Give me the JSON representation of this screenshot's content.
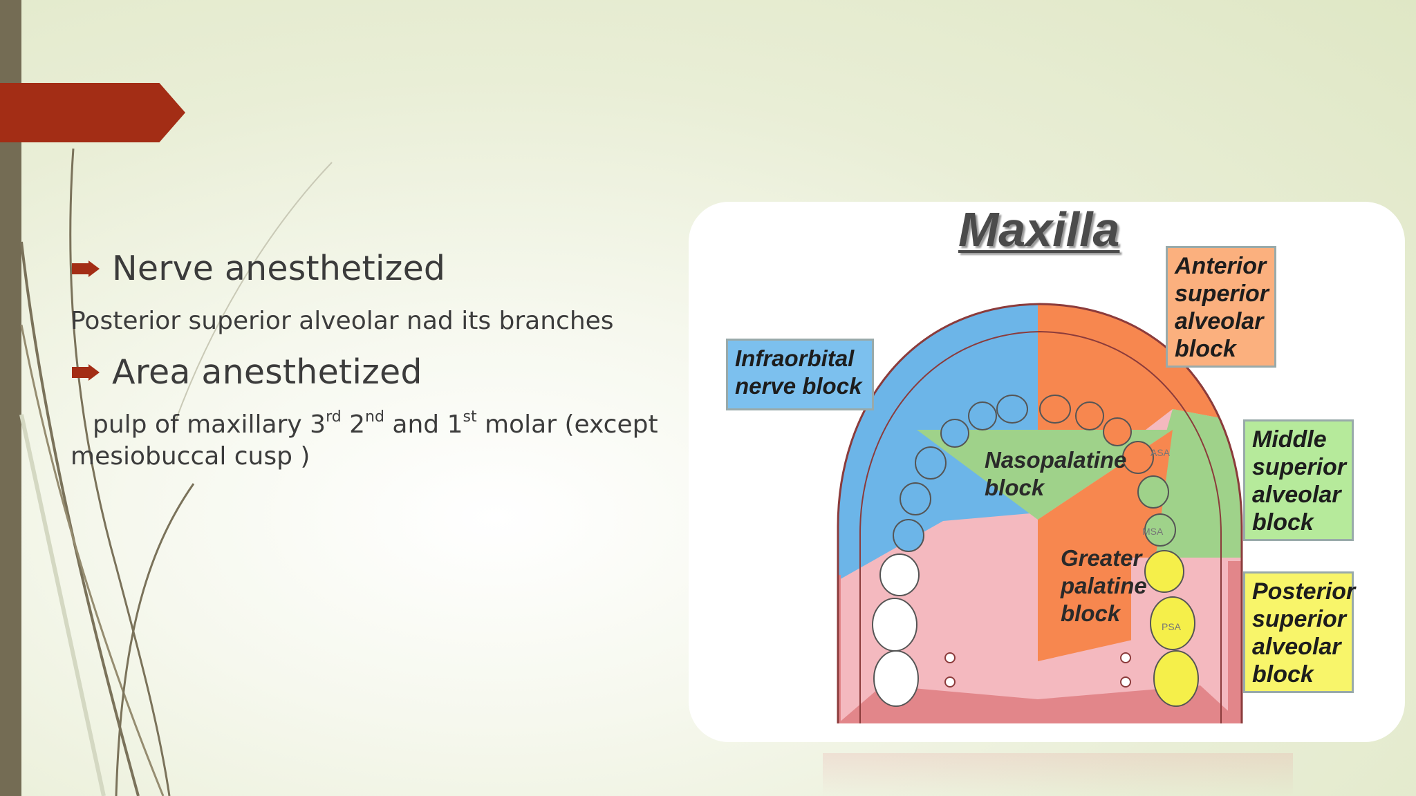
{
  "slide": {
    "bullets": [
      {
        "heading": "Nerve anesthetized",
        "text": "Posterior superior alveolar nad its branches"
      },
      {
        "heading": "Area anesthetized"
      }
    ],
    "area_text": {
      "p1": "pulp of maxillary 3",
      "s1": "rd",
      "p2": " 2",
      "s2": "nd",
      "p3": " and 1",
      "s3": "st",
      "p4": " molar (except",
      "line2": "mesiobuccal cusp )"
    },
    "colors": {
      "accent": "#a32d15",
      "bar": "#746c54"
    }
  },
  "figure": {
    "title": "Maxilla",
    "labels": {
      "infraorbital": [
        "Infraorbital",
        "nerve block"
      ],
      "anterior": [
        "Anterior",
        "superior",
        "alveolar",
        "block"
      ],
      "middle": [
        "Middle",
        "superior",
        "alveolar",
        "block"
      ],
      "posterior": [
        "Posterior",
        "superior",
        "alveolar",
        "block"
      ],
      "nasopalatine": [
        "Nasopalatine",
        "block"
      ],
      "greater": [
        "Greater",
        "palatine",
        "block"
      ]
    },
    "tooth_marks": {
      "asa": "ASA",
      "msa": "MSA",
      "psa": "PSA"
    },
    "colors": {
      "blue": "#6cb5e8",
      "orange": "#f7874f",
      "green": "#9fd28a",
      "pink": "#f4b9bf",
      "yellow": "#f5ef4a",
      "gum": "#e2868a"
    }
  }
}
